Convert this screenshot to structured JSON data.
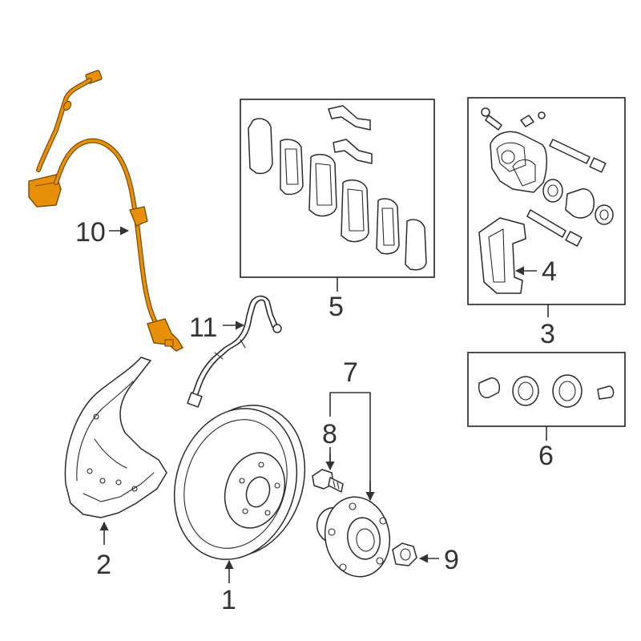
{
  "callouts": {
    "c1": "1",
    "c2": "2",
    "c3": "3",
    "c4": "4",
    "c5": "5",
    "c6": "6",
    "c7": "7",
    "c8": "8",
    "c9": "9",
    "c10": "10",
    "c11": "11"
  },
  "colors": {
    "highlight": "#e8900a",
    "highlight_stroke": "#7a4a00",
    "line": "#2a2a2a",
    "background": "#ffffff"
  }
}
